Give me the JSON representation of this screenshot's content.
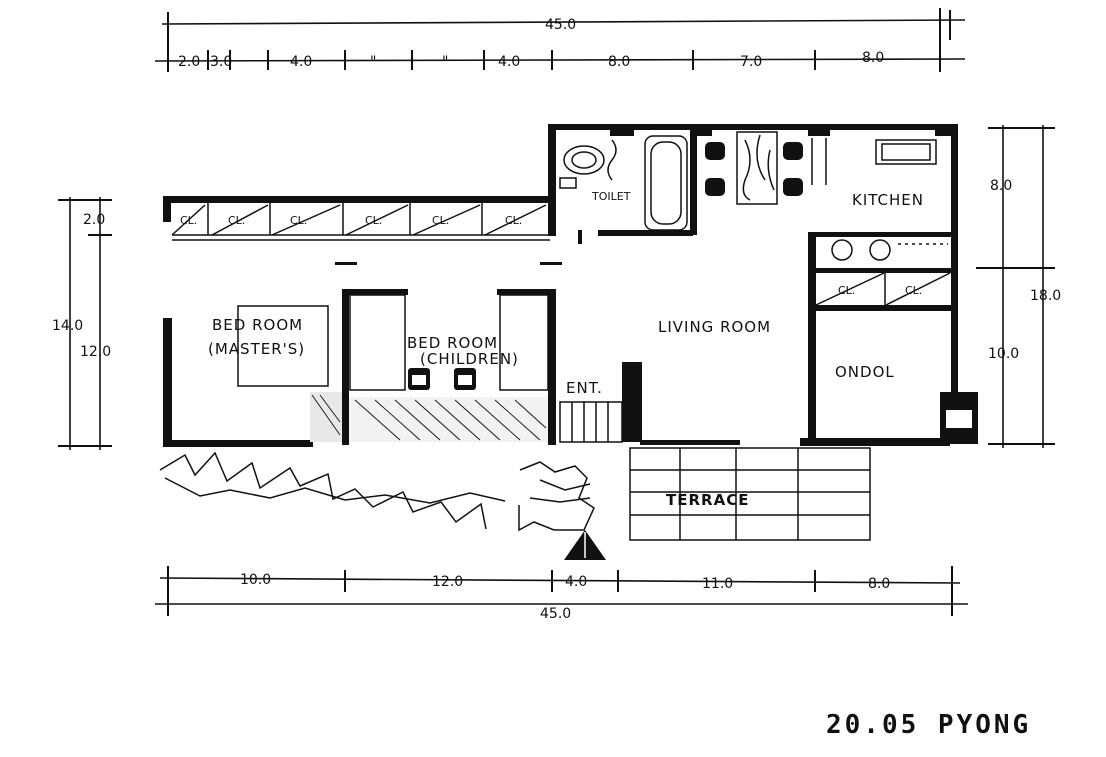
{
  "title": "20.05 PYONG",
  "rooms": {
    "toilet": "TOILET",
    "kitchen": "KITCHEN",
    "living": "LIVING ROOM",
    "bed_master_1": "BED ROOM",
    "bed_master_2": "(MASTER'S)",
    "bed_children_1": "BED ROOM",
    "bed_children_2": "(CHILDREN)",
    "entrance": "ENT.",
    "ondol": "ONDOL",
    "terrace": "TERRACE"
  },
  "closets": [
    "CL.",
    "CL.",
    "CL.",
    "CL.",
    "CL.",
    "CL."
  ],
  "kitchen_closets": [
    "CL.",
    "CL."
  ],
  "dimensions": {
    "top_total": "45.0",
    "top_segments": [
      "2.0",
      "3.0",
      "4.0",
      "\"",
      "\"",
      "4.0",
      "8.0",
      "7.0",
      "8.0"
    ],
    "bottom_segments": [
      "10.0",
      "12.0",
      "4.0",
      "11.0",
      "8.0"
    ],
    "bottom_total": "45.0",
    "left_top": "2.0",
    "left_total": "14.0",
    "left_inner": "12.0",
    "right_top": "8.0",
    "right_total": "18.0",
    "right_bottom": "10.0"
  }
}
